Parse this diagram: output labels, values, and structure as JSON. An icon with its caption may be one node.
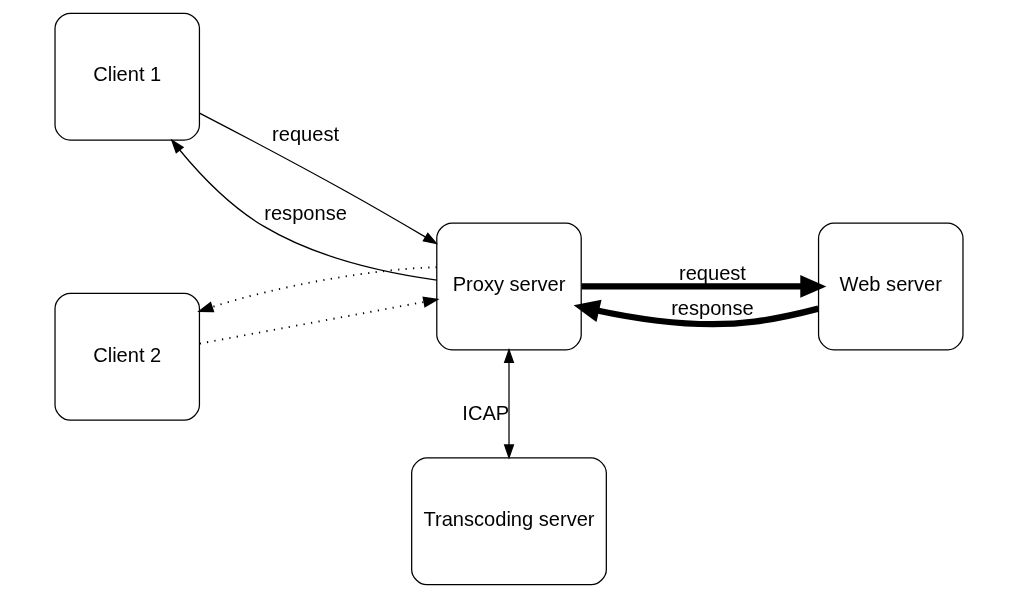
{
  "diagram": {
    "nodes": [
      {
        "text": [
          "Client 1"
        ]
      },
      {
        "text": [
          "Client 2"
        ]
      },
      {
        "text": [
          "Proxy server"
        ]
      },
      {
        "text": [
          "Web server"
        ]
      },
      {
        "text": [
          "Transcoding server"
        ]
      }
    ],
    "edges": [
      {
        "from": 0,
        "to": 2,
        "arrow": "to",
        "label": "request"
      },
      {
        "from": 2,
        "to": 0,
        "arrow": "to",
        "label": "response"
      },
      {
        "from": 1,
        "to": 2,
        "arrow": "to",
        "style": "dashed"
      },
      {
        "from": 2,
        "to": 1,
        "arrow": "to",
        "style": "dashed"
      },
      {
        "from": 2,
        "to": 3,
        "arrow": "to",
        "label": "request",
        "style": "thick"
      },
      {
        "from": 3,
        "to": 2,
        "arrow": "to",
        "label": "response",
        "style": "thick"
      },
      {
        "from": 2,
        "to": 4,
        "arrow": "both",
        "label": "ICAP"
      }
    ]
  }
}
